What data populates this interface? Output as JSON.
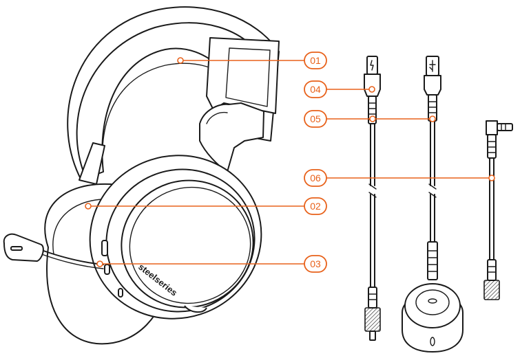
{
  "brand": "steelseries",
  "accent_color": "#e8611a",
  "line_color": "#1a1a1a",
  "icons": [
    "micro-usb-connector-icon",
    "usb-connector-icon",
    "audio-jack-connector-icon"
  ],
  "callouts": [
    {
      "id": "c01",
      "label": "01"
    },
    {
      "id": "c02",
      "label": "02"
    },
    {
      "id": "c03",
      "label": "03"
    },
    {
      "id": "c04",
      "label": "04"
    },
    {
      "id": "c05",
      "label": "05"
    },
    {
      "id": "c06",
      "label": "06"
    }
  ]
}
